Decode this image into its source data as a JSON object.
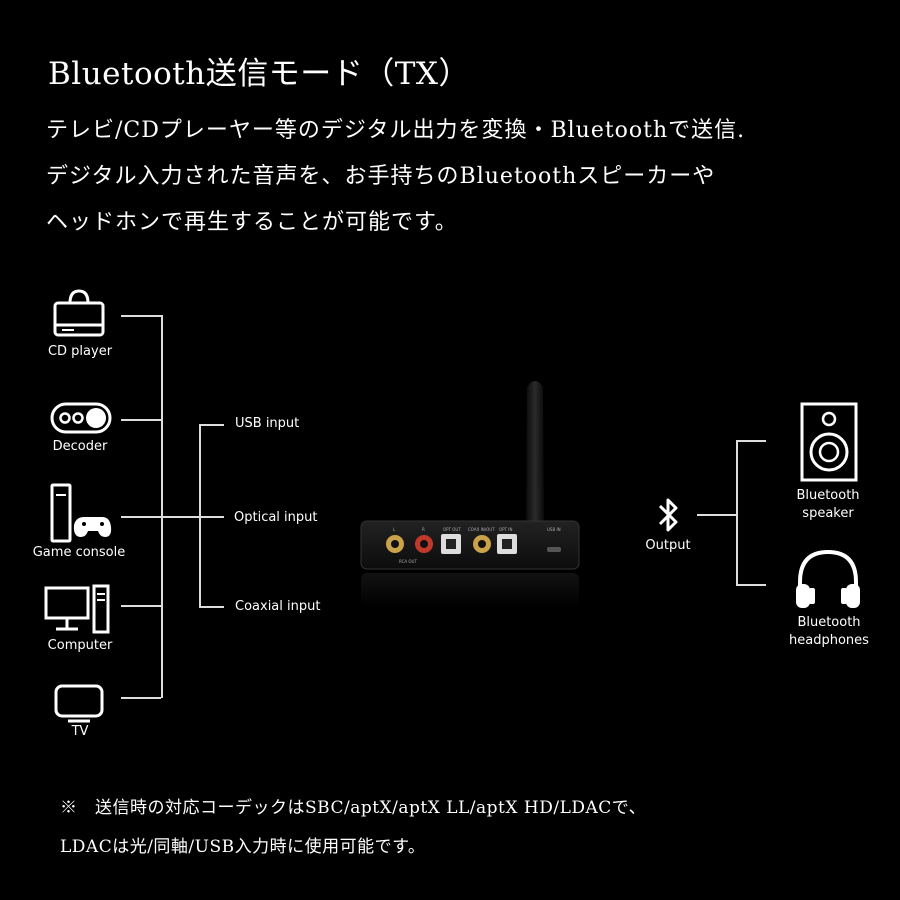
{
  "header": {
    "title": "Bluetooth送信モード（TX）",
    "description_lines": [
      "テレビ/CDプレーヤー等のデジタル出力を変換・Bluetoothで送信.",
      "デジタル入力された音声を、お手持ちのBluetoothスピーカーや",
      "ヘッドホンで再生することが可能です。"
    ]
  },
  "sources": [
    {
      "label": "CD player",
      "icon": "cd-player-icon"
    },
    {
      "label": "Decoder",
      "icon": "decoder-icon"
    },
    {
      "label": "Game console",
      "icon": "game-console-icon"
    },
    {
      "label": "Computer",
      "icon": "computer-icon"
    },
    {
      "label": "TV",
      "icon": "tv-icon"
    }
  ],
  "inputs": [
    "USB input",
    "Optical input",
    "Coaxial input"
  ],
  "device": {
    "port_labels": [
      "L",
      "R",
      "OPT OUT",
      "COAX IN/OUT",
      "OPT IN",
      "USB IN"
    ],
    "rca_out_label": "RCA OUT"
  },
  "output": {
    "label": "Output",
    "icon": "bluetooth-icon"
  },
  "targets": [
    {
      "label_line1": "Bluetooth",
      "label_line2": "speaker",
      "icon": "speaker-icon"
    },
    {
      "label_line1": "Bluetooth",
      "label_line2": "headphones",
      "icon": "headphones-icon"
    }
  ],
  "note": {
    "line1": "※　送信時の対応コーデックはSBC/aptX/aptX LL/aptX HD/LDACで、",
    "line2": "LDACは光/同軸/USB入力時に使用可能です。"
  },
  "colors": {
    "background": "#000000",
    "foreground": "#ffffff",
    "line": "#dddddd",
    "rca_red": "#c0392b",
    "rca_gold": "#c9a24a"
  }
}
